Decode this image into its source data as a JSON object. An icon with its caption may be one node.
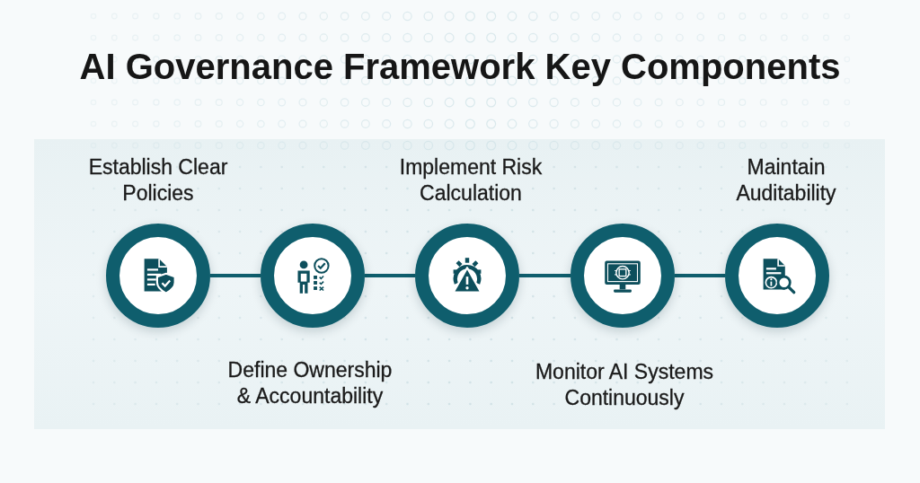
{
  "diagram": {
    "title": "AI Governance Framework Key Components",
    "nodes": [
      {
        "text": [
          "Establish Clear Policies"
        ]
      },
      {
        "text": [
          "Define Ownership & Accountability"
        ]
      },
      {
        "text": [
          "Implement Risk Calculation"
        ]
      },
      {
        "text": [
          "Monitor AI Systems Continuously"
        ]
      },
      {
        "text": [
          "Maintain Auditability"
        ]
      }
    ],
    "edges": [
      {
        "from": 0,
        "to": 1,
        "arrow": "none"
      },
      {
        "from": 1,
        "to": 2,
        "arrow": "none"
      },
      {
        "from": 2,
        "to": 3,
        "arrow": "none"
      },
      {
        "from": 3,
        "to": 4,
        "arrow": "none"
      }
    ]
  }
}
